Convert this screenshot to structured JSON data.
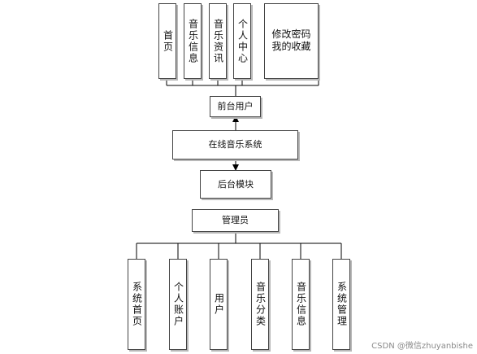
{
  "diagram": {
    "top_modules": [
      {
        "id": "home",
        "lines": [
          "首页"
        ]
      },
      {
        "id": "music-info",
        "lines": [
          "音乐信息"
        ]
      },
      {
        "id": "music-news",
        "lines": [
          "音乐资讯"
        ]
      },
      {
        "id": "personal-center",
        "lines": [
          "个人中心"
        ]
      },
      {
        "id": "password-favorites",
        "lines": [
          "修改密码",
          "我的收藏"
        ]
      }
    ],
    "front_user": "前台用户",
    "system": "在线音乐系统",
    "backend": "后台模块",
    "admin": "管理员",
    "bottom_modules": [
      {
        "id": "system-home",
        "label": "系统首页"
      },
      {
        "id": "personal-account",
        "label": "个人账户"
      },
      {
        "id": "users",
        "label": "用户"
      },
      {
        "id": "music-category",
        "label": "音乐分类"
      },
      {
        "id": "music-info-admin",
        "label": "音乐信息"
      },
      {
        "id": "system-management",
        "label": "系统管理"
      }
    ]
  },
  "watermark": "CSDN @微信zhuyanbishe"
}
